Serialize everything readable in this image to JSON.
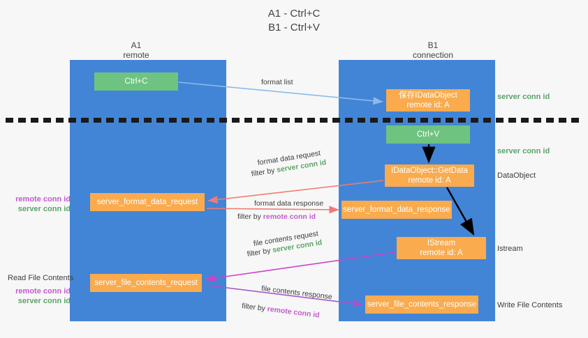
{
  "title": {
    "line1": "A1 - Ctrl+C",
    "line2": "B1 - Ctrl+V"
  },
  "lanes": [
    {
      "name": "A1",
      "sub": "remote",
      "color": "#4285d6"
    },
    {
      "name": "B1",
      "sub": "connection",
      "color": "#4285d6"
    }
  ],
  "colors": {
    "lane": "#4285d6",
    "green_box": "#6fc381",
    "orange_box": "#f9ab4e",
    "server_conn_text": "#5aa469",
    "remote_conn_text": "#c35ad0",
    "arrow_blue": "#8cbbe8",
    "arrow_red": "#ef7b72",
    "arrow_magenta": "#cc43c8",
    "arrow_purple": "#a855c8",
    "arrow_black": "#000000"
  },
  "boxes": {
    "ctrl_c": {
      "label": "Ctrl+C"
    },
    "save_dataobject": {
      "line1": "保存IDataObject",
      "line2": "remote id: A"
    },
    "ctrl_v": {
      "label": "Ctrl+V"
    },
    "getdata": {
      "line1": "IDataObject::GetData",
      "line2": "remote id: A"
    },
    "format_data_request": {
      "label": "server_format_data_request"
    },
    "format_data_response": {
      "label": "server_format_data_response"
    },
    "istream": {
      "line1": "IStream",
      "line2": "remote id: A"
    },
    "file_contents_request": {
      "label": "server_file_contents_request"
    },
    "file_contents_response": {
      "label": "server_file_contents_response"
    }
  },
  "arrow_labels": {
    "format_list": "format list",
    "format_data_request": "format data request",
    "format_data_request_filter_prefix": "filter by ",
    "format_data_request_filter_value": "server conn id",
    "format_data_response": "format data response",
    "format_data_response_filter_prefix": "filter by ",
    "format_data_response_filter_value": "remote conn id",
    "file_contents_request": "file contents request",
    "file_contents_request_filter_prefix": "filter by ",
    "file_contents_request_filter_value": "server conn id",
    "file_contents_response": "file contents response",
    "file_contents_response_filter_prefix": "filter by ",
    "file_contents_response_filter_value": "remote conn id"
  },
  "annotations": {
    "server_conn_top": "server conn id",
    "server_conn_mid": "server conn id",
    "dataobject": "DataObject",
    "istream": "Istream",
    "write_file_contents": "Write File Contents",
    "read_file_contents": "Read File Contents",
    "left_remote_conn_1": "remote conn id",
    "left_server_conn_1": "server conn id",
    "left_remote_conn_2": "remote conn id",
    "left_server_conn_2": "server conn id"
  }
}
